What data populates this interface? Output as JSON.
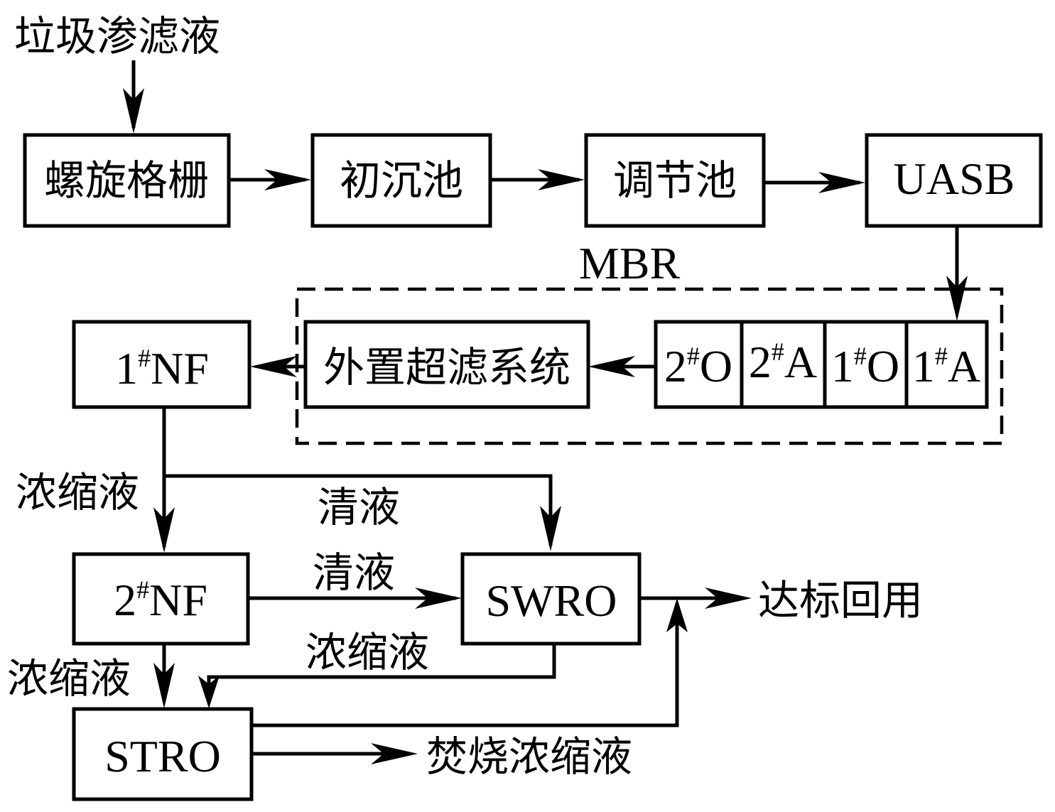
{
  "input_label": "垃圾渗滤液",
  "nodes": {
    "screen": "螺旋格栅",
    "primary_clarifier": "初沉池",
    "equalization_tank": "调节池",
    "uasb": "UASB",
    "external_uf": "外置超滤系统",
    "nf1": {
      "num": "1",
      "mark": "#",
      "name": "NF"
    },
    "nf2": {
      "num": "2",
      "mark": "#",
      "name": "NF"
    },
    "swro": "SWRO",
    "stro": "STRO"
  },
  "mbr": {
    "label": "MBR",
    "cells": [
      {
        "num": "2",
        "mark": "#",
        "name": "O"
      },
      {
        "num": "2",
        "mark": "#",
        "name": "A"
      },
      {
        "num": "1",
        "mark": "#",
        "name": "O"
      },
      {
        "num": "1",
        "mark": "#",
        "name": "A"
      }
    ]
  },
  "flow_labels": {
    "nf1_concentrate": "浓缩液",
    "nf1_permeate": "清液",
    "nf2_permeate": "清液",
    "swro_concentrate": "浓缩液",
    "nf2_concentrate": "浓缩液",
    "compliant_reuse": "达标回用",
    "incineration": "焚烧浓缩液"
  }
}
